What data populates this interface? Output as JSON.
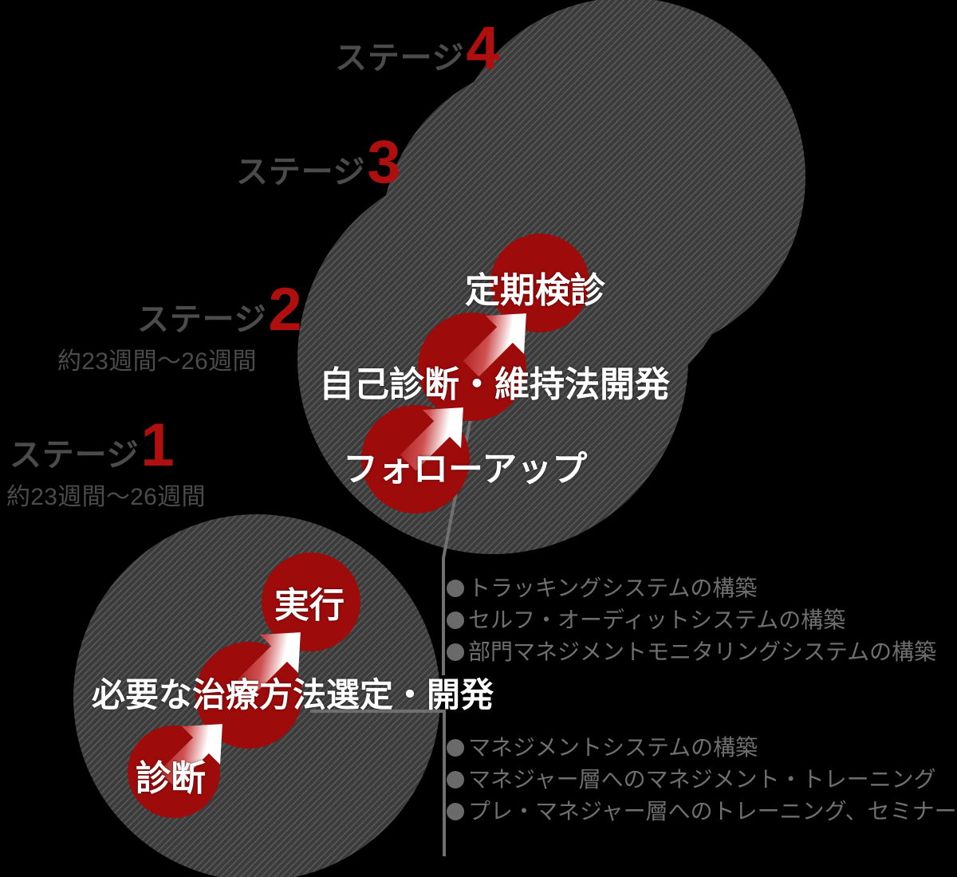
{
  "theme": {
    "background": "#000000",
    "hatch_fill": "#3b3b3b",
    "hatch_line": "#555555",
    "node_red": "#9e0b0b",
    "accent_red": "#b00f0f",
    "label_gray": "#4b4b4b",
    "bullet_gray": "#6f6f6f",
    "connector_gray": "#707070",
    "node_text": "#ffffff"
  },
  "stages": [
    {
      "id": "stage-1",
      "word": "ステージ",
      "number": "1",
      "duration": "約23週間〜26週間"
    },
    {
      "id": "stage-2",
      "word": "ステージ",
      "number": "2",
      "duration": "約23週間〜26週間"
    },
    {
      "id": "stage-3",
      "word": "ステージ",
      "number": "3",
      "duration": ""
    },
    {
      "id": "stage-4",
      "word": "ステージ",
      "number": "4",
      "duration": ""
    }
  ],
  "groups": [
    {
      "id": "lower-group",
      "nodes": [
        {
          "id": "node-diagnosis",
          "label": "診断"
        },
        {
          "id": "node-treatment-selection",
          "label": "必要な治療方法選定・開発"
        },
        {
          "id": "node-execution",
          "label": "実行"
        }
      ]
    },
    {
      "id": "upper-group",
      "nodes": [
        {
          "id": "node-followup",
          "label": "フォローアップ"
        },
        {
          "id": "node-self-diagnosis",
          "label": "自己診断・維持法開発"
        },
        {
          "id": "node-periodic-checkup",
          "label": "定期検診"
        }
      ]
    }
  ],
  "callouts": [
    {
      "id": "callout-upper",
      "items": [
        "トラッキングシステムの構築",
        "セルフ・オーディットシステムの構築",
        "部門マネジメントモニタリングシステムの構築"
      ]
    },
    {
      "id": "callout-lower",
      "items": [
        "マネジメントシステムの構築",
        "マネジャー層へのマネジメント・トレーニング",
        "プレ・マネジャー層へのトレーニング、セミナー"
      ]
    }
  ]
}
